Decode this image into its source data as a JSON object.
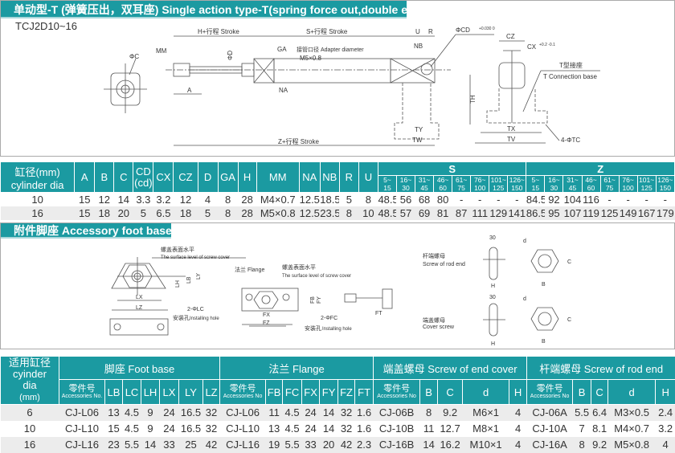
{
  "section1": {
    "title": "单动型-T (弹簧压出，双耳座) Single action type-T(spring force out,double ear base)",
    "model": "TCJ2D10~16",
    "labels": {
      "phiC": "ΦC",
      "mm": "MM",
      "a": "A",
      "h_stroke": "H+行程 Stroke",
      "phiD": "ΦD",
      "s_stroke": "S+行程 Stroke",
      "ga": "GA",
      "na": "NA",
      "adapter": "接管口径 Adapter diameter",
      "adapter_val": "M5×0.8",
      "u": "U",
      "r": "R",
      "nb": "NB",
      "cd": "ΦCD",
      "cd_tol": "+0.030 0",
      "z_stroke": "Z+行程 Stroke",
      "ty": "TY",
      "tw": "TW",
      "cz": "CZ",
      "cx": "CX",
      "cx_tol": "+0.2 -0.1",
      "tbase_cn": "T型接座",
      "tbase_en": "T Connection base",
      "th": "TH",
      "tx": "TX",
      "tv": "TV",
      "tc": "4-ΦTC"
    }
  },
  "table1": {
    "dia_header": [
      "缸径(mm)",
      "cylinder dia"
    ],
    "cols": [
      "A",
      "B",
      "C",
      "CD\n(cd)",
      "CX",
      "CZ",
      "D",
      "GA",
      "H",
      "MM",
      "NA",
      "NB",
      "R",
      "U"
    ],
    "cd_header": [
      "CD",
      "(cd)"
    ],
    "s_header": "S",
    "z_header": "Z",
    "ranges": [
      [
        "5~",
        "15"
      ],
      [
        "16~",
        "30"
      ],
      [
        "31~",
        "45"
      ],
      [
        "46~",
        "60"
      ],
      [
        "61~",
        "75"
      ],
      [
        "76~",
        "100"
      ],
      [
        "101~",
        "125"
      ],
      [
        "126~",
        "150"
      ]
    ],
    "rows": [
      [
        "10",
        "15",
        "12",
        "14",
        "3.3",
        "3.2",
        "12",
        "4",
        "8",
        "28",
        "M4×0.7",
        "12.5",
        "18.5",
        "5",
        "8",
        "48.5",
        "56",
        "68",
        "80",
        "-",
        "-",
        "-",
        "-",
        "84.5",
        "92",
        "104",
        "116",
        "-",
        "-",
        "-",
        "-"
      ],
      [
        "16",
        "15",
        "18",
        "20",
        "5",
        "6.5",
        "18",
        "5",
        "8",
        "28",
        "M5×0.8",
        "12.5",
        "23.5",
        "8",
        "10",
        "48.5",
        "57",
        "69",
        "81",
        "87",
        "111",
        "129",
        "141",
        "86.5",
        "95",
        "107",
        "119",
        "125",
        "149",
        "167",
        "179"
      ]
    ]
  },
  "section2": {
    "title": "附件脚座 Accessory foot base",
    "labels": {
      "surface_cn": "螺盖表面水平",
      "surface_en": "The surface level of screw cover",
      "lh": "LH",
      "lb": "LB",
      "ly": "LY",
      "lx": "LX",
      "lz": "LZ",
      "lc": "2-ΦLC",
      "install_cn": "安装孔",
      "install_en": "Installing hole",
      "flange": "法兰 Flange",
      "fb": "FB",
      "fy": "FY",
      "fx": "FX",
      "fz": "FZ",
      "fc": "2-ΦFC",
      "ft": "FT",
      "rod_cn": "杆端螺母",
      "rod_en": "Screw of rod end",
      "cover_cn": "端盖螺母",
      "cover_en": "Cover screw",
      "angle": "30",
      "d": "d",
      "h": "H",
      "b": "B",
      "c": "C"
    }
  },
  "table2": {
    "dia_header": [
      "适用缸径",
      "cyinder",
      "dia",
      "(mm)"
    ],
    "groups": [
      "脚座 Foot base",
      "法兰 Flange",
      "端盖螺母 Screw of end cover",
      "杆端螺母 Screw of rod end"
    ],
    "acc_cn": "零件号",
    "acc_en": "Accessories No.",
    "acc_en2": "Accessories No",
    "foot_cols": [
      "LB",
      "LC",
      "LH",
      "LX",
      "LY",
      "LZ"
    ],
    "flange_cols": [
      "FB",
      "FC",
      "FX",
      "FY",
      "FZ",
      "FT"
    ],
    "screw_cols": [
      "B",
      "C",
      "d",
      "H"
    ],
    "rows": [
      [
        "6",
        "CJ-L06",
        "13",
        "4.5",
        "9",
        "24",
        "16.5",
        "32",
        "CJ-L06",
        "11",
        "4.5",
        "24",
        "14",
        "32",
        "1.6",
        "CJ-06B",
        "8",
        "9.2",
        "M6×1",
        "4",
        "CJ-06A",
        "5.5",
        "6.4",
        "M3×0.5",
        "2.4"
      ],
      [
        "10",
        "CJ-L10",
        "15",
        "4.5",
        "9",
        "24",
        "16.5",
        "32",
        "CJ-L10",
        "13",
        "4.5",
        "24",
        "14",
        "32",
        "1.6",
        "CJ-10B",
        "11",
        "12.7",
        "M8×1",
        "4",
        "CJ-10A",
        "7",
        "8.1",
        "M4×0.7",
        "3.2"
      ],
      [
        "16",
        "CJ-L16",
        "23",
        "5.5",
        "14",
        "33",
        "25",
        "42",
        "CJ-L16",
        "19",
        "5.5",
        "33",
        "20",
        "42",
        "2.3",
        "CJ-16B",
        "14",
        "16.2",
        "M10×1",
        "4",
        "CJ-16A",
        "8",
        "9.2",
        "M5×0.8",
        "4"
      ]
    ]
  },
  "colors": {
    "accent": "#1b9aa1",
    "row_alt": "#ececec"
  }
}
